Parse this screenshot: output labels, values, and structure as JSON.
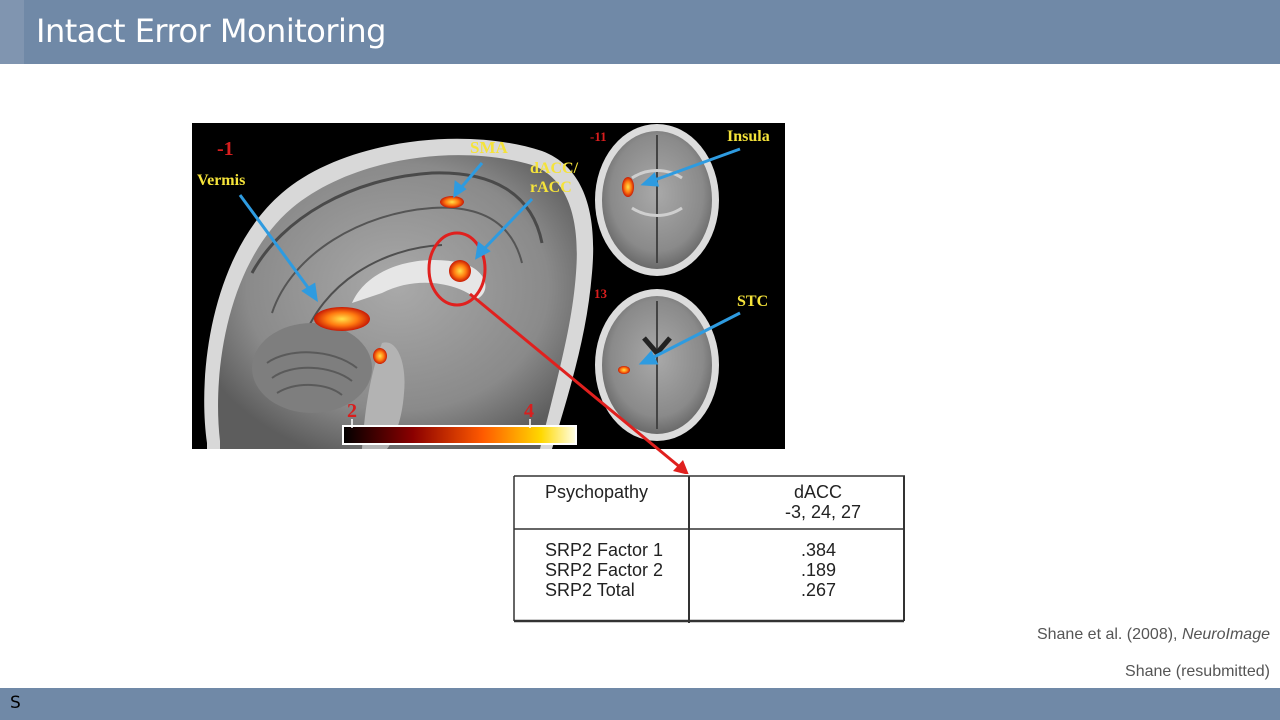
{
  "slide": {
    "title": "Intact Error Monitoring",
    "marker": "S"
  },
  "figure": {
    "sagittal_slice": "-1",
    "labels": {
      "sma": "SMA",
      "vermis": "Vermis",
      "dacc_line1": "dACC/",
      "dacc_line2": "rACC",
      "insula": "Insula",
      "stc": "STC"
    },
    "axial_slices": [
      "-11",
      "13"
    ],
    "colorbar": {
      "min_label": "2",
      "max_label": "4"
    }
  },
  "table": {
    "header_left": "Psychopathy",
    "header_right_line1": "dACC",
    "header_right_line2": "-3, 24, 27",
    "rows": [
      {
        "label": "SRP2 Factor 1",
        "value": ".384"
      },
      {
        "label": "SRP2 Factor 2",
        "value": ".189"
      },
      {
        "label": "SRP2 Total",
        "value": ".267"
      }
    ]
  },
  "citations": {
    "line1_authors": "Shane et al. (2008),",
    "line1_journal": "NeuroImage",
    "line2": "Shane (resubmitted)"
  },
  "colors": {
    "bar": "#7089a7",
    "label_yellow": "#f5e33a",
    "label_red": "#d81e1e",
    "arrow_blue": "#2e9be0",
    "arrow_red": "#e0201e"
  }
}
